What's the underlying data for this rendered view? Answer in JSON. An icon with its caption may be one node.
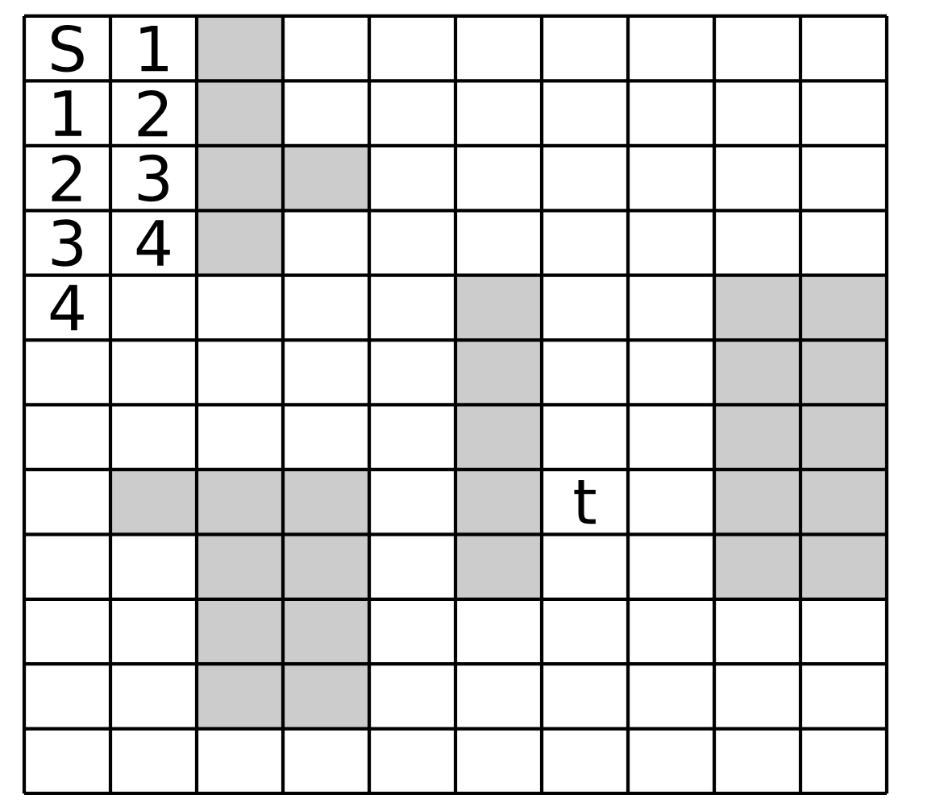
{
  "diagram": {
    "labels": [
      "S",
      "1",
      "1",
      "2",
      "2",
      "3",
      "3",
      "4",
      "4",
      "t"
    ]
  }
}
